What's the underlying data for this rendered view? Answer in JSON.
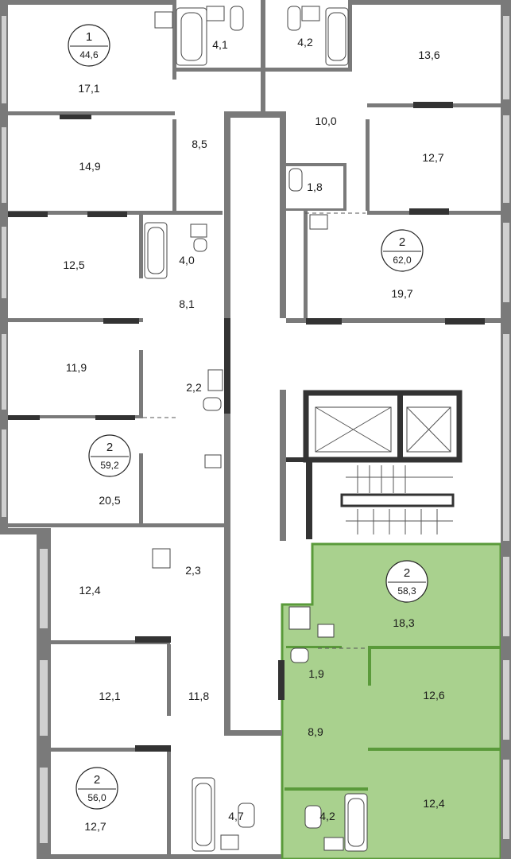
{
  "plan": {
    "highlight_color": "#a9d18e",
    "highlight_border": "#5a9a3a",
    "apartments": [
      {
        "count": "1",
        "total": "44,6"
      },
      {
        "count": "2",
        "total": "62,0"
      },
      {
        "count": "2",
        "total": "59,2"
      },
      {
        "count": "2",
        "total": "58,3"
      },
      {
        "count": "2",
        "total": "56,0"
      }
    ],
    "rooms": [
      "17,1",
      "4,1",
      "4,2",
      "13,6",
      "8,5",
      "10,0",
      "14,9",
      "12,7",
      "1,8",
      "12,5",
      "4,0",
      "19,7",
      "8,1",
      "11,9",
      "2,2",
      "20,5",
      "2,3",
      "12,4",
      "18,3",
      "1,9",
      "12,1",
      "11,8",
      "12,6",
      "8,9",
      "4,7",
      "4,2",
      "12,4",
      "12,7"
    ]
  }
}
